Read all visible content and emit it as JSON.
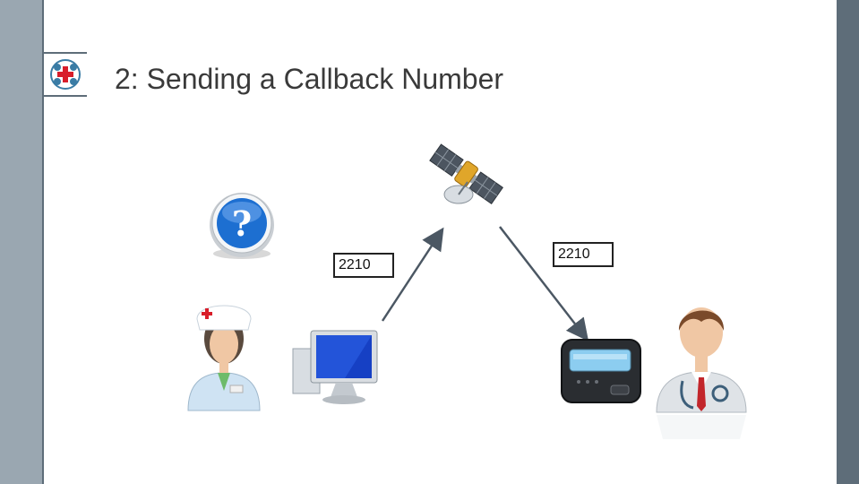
{
  "slide": {
    "title": "2: Sending a Callback Number"
  },
  "callouts": {
    "left_number": "2210",
    "right_number": "2210"
  },
  "icons": [
    "logo-icon",
    "help-question-icon",
    "satellite-icon",
    "nurse-icon",
    "computer-monitor-icon",
    "pager-icon",
    "doctor-icon",
    "arrow-up-icon",
    "arrow-down-icon"
  ],
  "colors": {
    "band_dark": "#5e6d79",
    "band_light": "#9aa7b1",
    "arrow": "#4b5763",
    "help_blue": "#1d6fd1"
  }
}
